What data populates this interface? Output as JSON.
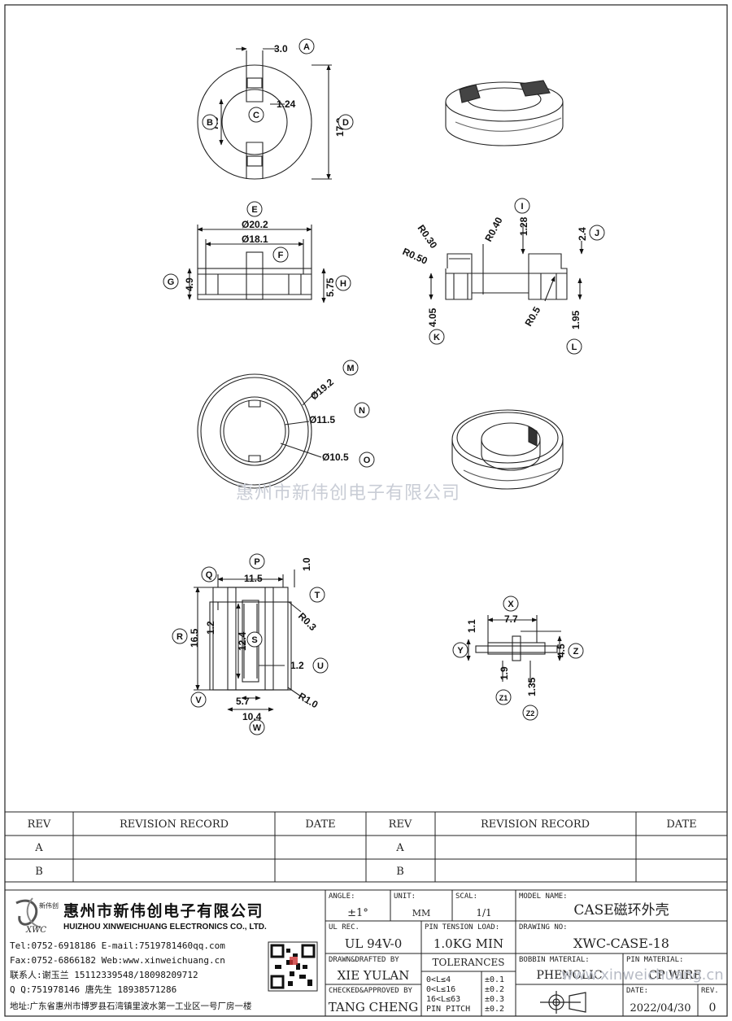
{
  "views": {
    "top": {
      "dims": {
        "w_slot": "3.0",
        "b": "7.9",
        "c": "1.24",
        "d": "17.9"
      },
      "labels": {
        "a": "A",
        "b": "B",
        "c": "C",
        "d": "D"
      }
    },
    "side": {
      "dims": {
        "e1": "Ø20.2",
        "e2": "Ø18.1",
        "g": "4.9",
        "h": "5.75"
      },
      "labels": {
        "e": "E",
        "f": "F",
        "g": "G",
        "h": "H"
      }
    },
    "section": {
      "dims": {
        "r030": "R0.30",
        "r040": "R0.40",
        "r050": "R0.50",
        "i": "1.28",
        "j": "2.4",
        "k": "4.05",
        "r05": "R0.5",
        "l": "1.95"
      },
      "labels": {
        "i": "I",
        "j": "J",
        "k": "K",
        "l": "L"
      }
    },
    "bottom": {
      "dims": {
        "m": "Ø19.2",
        "n": "Ø11.5",
        "o": "Ø10.5"
      },
      "labels": {
        "m": "M",
        "n": "N",
        "o": "O"
      }
    },
    "slot": {
      "dims": {
        "p": "11.5",
        "t": "1.0",
        "r": "16.5",
        "q": "1.2",
        "r03": "R0.3",
        "s": "12.4",
        "u": "1.2",
        "v": "5.7",
        "r10": "R1.0",
        "w": "10.4"
      },
      "labels": {
        "p": "P",
        "q": "Q",
        "r": "R",
        "s": "S",
        "t": "T",
        "u": "U",
        "v": "V",
        "w": "W"
      }
    },
    "pin": {
      "dims": {
        "x": "7.7",
        "y": "1.1",
        "z": "4.5",
        "z1": "1.9",
        "z2": "1.35"
      },
      "labels": {
        "x": "X",
        "y": "Y",
        "z": "Z",
        "z1": "Z1",
        "z2": "Z2"
      }
    }
  },
  "watermark": "惠州市新伟创电子有限公司",
  "revision": {
    "headers": [
      "REV",
      "REVISION RECORD",
      "DATE",
      "REV",
      "REVISION RECORD",
      "DATE"
    ],
    "rows": [
      [
        "A",
        "",
        "",
        "A",
        "",
        ""
      ],
      [
        "B",
        "",
        "",
        "B",
        "",
        ""
      ]
    ]
  },
  "company": {
    "logo_text": "XWC",
    "logo_chars": "新伟创",
    "name_cn": "惠州市新伟创电子有限公司",
    "name_en": "HUIZHOU XINWEICHUANG ELECTRONICS CO., LTD.",
    "tel": "Tel:0752-6918186 E-mail:7519781460qq.com",
    "fax": "Fax:0752-6866182 Web:www.xinweichuang.cn",
    "contact": "联系人:谢玉兰 15112339548/18098209712",
    "qq": "Q Q:751978146    唐先生 18938571286",
    "address": "地址:广东省惠州市博罗县石湾镇里波水第一工业区一号厂房一楼"
  },
  "title_block": {
    "angle_label": "ANGLE:",
    "angle": "±1°",
    "unit_label": "UNIT:",
    "unit": "MM",
    "scale_label": "SCAL:",
    "scale": "1/1",
    "model_label": "MODEL NAME:",
    "model": "CASE磁环外壳",
    "ul_label": "UL REC.",
    "ul": "UL 94V-0",
    "pin_tension_label": "PIN TENSION LOAD:",
    "pin_tension": "1.0KG MIN",
    "drawing_label": "DRAWING NO:",
    "drawing": "XWC-CASE-18",
    "drafted_label": "DRAWN&DRAFTED BY",
    "drafted": "XIE YULAN",
    "tolerances_label": "TOLERANCES",
    "tolerances": [
      [
        "0<L≤4",
        "±0.1"
      ],
      [
        "0<L≤16",
        "±0.2"
      ],
      [
        "16<L≤63",
        "±0.3"
      ],
      [
        "PIN PITCH",
        "±0.2"
      ]
    ],
    "bobbin_label": "BOBBIN MATERIAL:",
    "bobbin": "PHENOLIC",
    "pin_mat_label": "PIN MATERIAL:",
    "pin_mat": "CP WIRE",
    "checked_label": "CHECKED&APPROVED BY",
    "checked": "TANG CHENG",
    "date_label": "DATE:",
    "date": "2022/04/30",
    "rev_label": "REV.",
    "rev": "0",
    "web_watermark": "www.xinweichuang.cn"
  }
}
